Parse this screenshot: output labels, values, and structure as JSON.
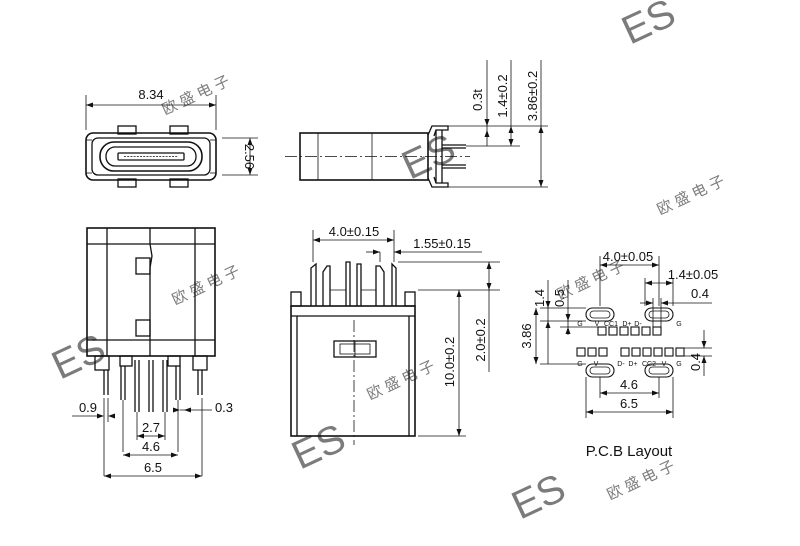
{
  "watermark": {
    "brand": "ES",
    "chinese": "欧 盛 电 子"
  },
  "top_view": {
    "width_dim": "8.34",
    "height_dim": "2.56"
  },
  "side_view": {
    "thickness_dim": "0.3t",
    "pin_pitch_dim": "1.4±0.2",
    "overall_dim": "3.86±0.2"
  },
  "front_view": {
    "pin_dim_left": "0.9",
    "pin_dim_right": "0.3",
    "span_1": "2.7",
    "span_2": "4.6",
    "span_3": "6.5"
  },
  "board_view": {
    "pitch_dim": "4.0±0.15",
    "offset_dim": "1.55±0.15",
    "height_dim": "10.0±0.2",
    "lead_dim": "2.0±0.2"
  },
  "pcb": {
    "title": "P.C.B Layout",
    "dim_top_pitch": "4.0±0.05",
    "dim_top_offset": "1.4±0.05",
    "dim_right_small": "0.4",
    "dim_left_1": "1.4",
    "dim_left_2": "0.5",
    "dim_left_3": "3.86",
    "dim_right_lower": "0.4",
    "dim_bottom_1": "4.6",
    "dim_bottom_2": "6.5",
    "pin_labels_top": [
      "G",
      "V",
      "CC1",
      "D+",
      "D-",
      "G"
    ],
    "pin_labels_bottom": [
      "G",
      "V",
      "D-",
      "D+",
      "CC2",
      "V",
      "G"
    ]
  }
}
